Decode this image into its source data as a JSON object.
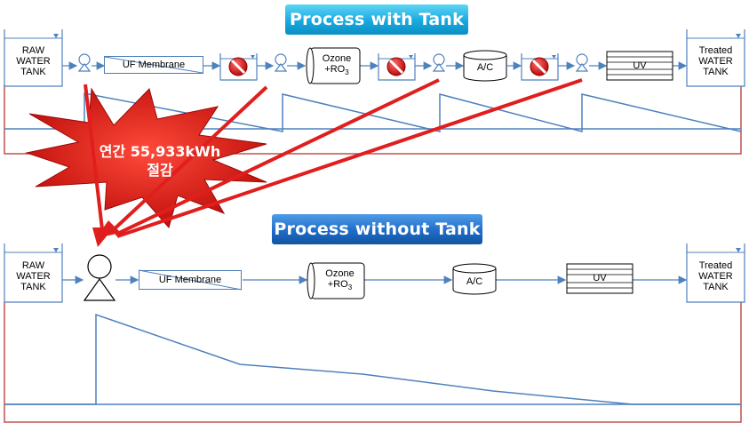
{
  "titles": {
    "with_tank": "Process with Tank",
    "without_tank": "Process without Tank"
  },
  "tanks": {
    "raw_line1": "RAW",
    "raw_line2": "WATER",
    "raw_line3": "TANK",
    "treated_line1": "Treated",
    "treated_line2": "WATER",
    "treated_line3": "TANK"
  },
  "units": {
    "uf": "UF Membrane",
    "ozone_line1": "Ozone",
    "ozone_line2": "+RO",
    "ozone_sub": "3",
    "ac": "A/C",
    "uv": "UV"
  },
  "callout": {
    "line1": "연간 55,933kWh",
    "line2": "절감",
    "color": "#e01e1e"
  },
  "icons": [
    "pump-icon",
    "no-entry-icon",
    "tank-icon"
  ],
  "colors": {
    "line": "#4f81bd",
    "frame": "#c0504d",
    "callout_red": "#e01e1e"
  }
}
